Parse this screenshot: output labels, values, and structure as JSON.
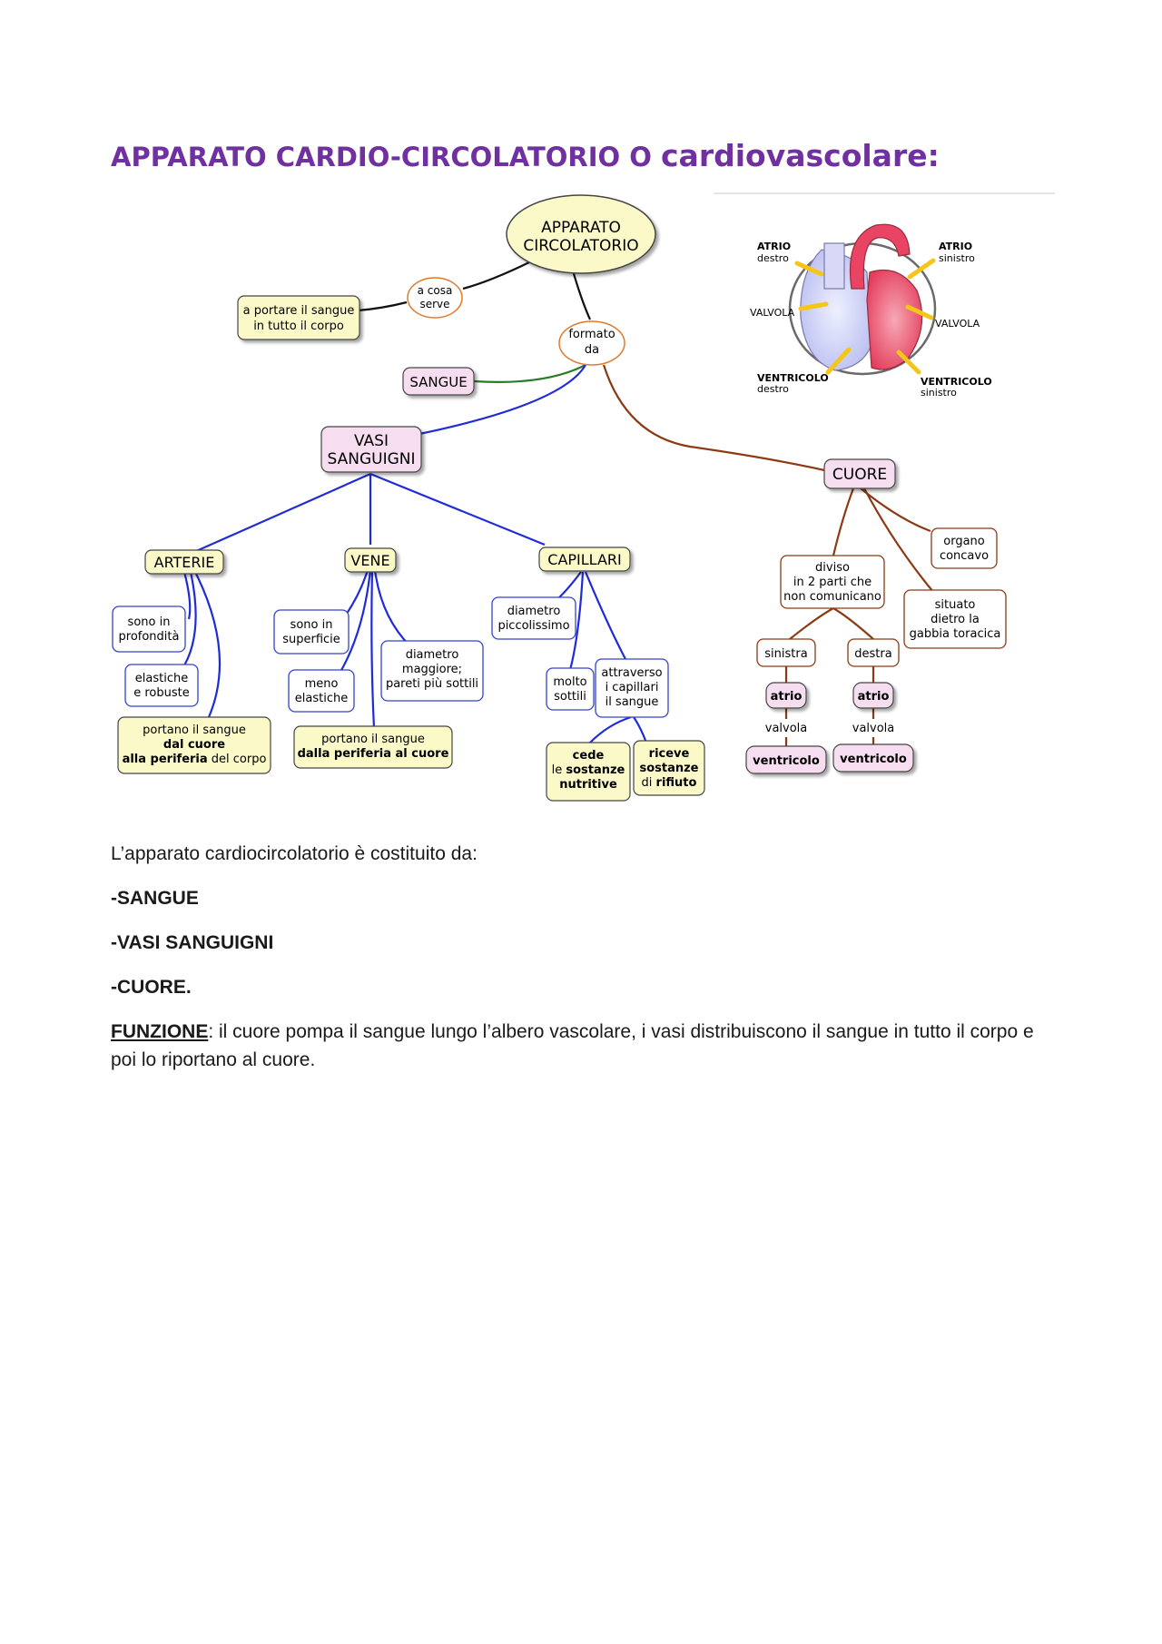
{
  "title": {
    "part1": "APPARATO CARDIO-CIRCOLATORIO O ",
    "part2": "cardiovascolare:"
  },
  "concept_map": {
    "root": [
      "APPARATO",
      "CIRCOLATORIO"
    ],
    "purpose_link": [
      "a cosa",
      "serve"
    ],
    "purpose": [
      "a portare il sangue",
      "in tutto il corpo"
    ],
    "composition_link": [
      "formato",
      "da"
    ],
    "sangue": "SANGUE",
    "vasi": [
      "VASI",
      "SANGUIGNI"
    ],
    "cuore": "CUORE",
    "arterie": "ARTERIE",
    "vene": "VENE",
    "capillari": "CAPILLARI",
    "arterie_depth": [
      "sono in",
      "profondità"
    ],
    "arterie_elastic": [
      "elastiche",
      "e robuste"
    ],
    "arterie_transport": [
      "portano il sangue",
      "dal cuore",
      "alla periferia",
      " del corpo"
    ],
    "vene_surface": [
      "sono in",
      "superficie"
    ],
    "vene_less_elastic": [
      "meno",
      "elastiche"
    ],
    "vene_diameter": [
      "diametro",
      "maggiore;",
      "pareti più sottili"
    ],
    "vene_transport": [
      "portano il sangue",
      "dalla periferia al cuore"
    ],
    "cap_diameter": [
      "diametro",
      "piccolissimo"
    ],
    "cap_thin": [
      "molto",
      "sottili"
    ],
    "cap_through": [
      "attraverso",
      "i capillari",
      "il sangue"
    ],
    "cap_gives": [
      "cede",
      "le ",
      "sostanze",
      "nutritive"
    ],
    "cap_receives": [
      "riceve",
      "sostanze",
      "di ",
      "rifiuto"
    ],
    "cuore_divided": [
      "diviso",
      "in 2 parti che",
      "non comunicano"
    ],
    "cuore_concave": [
      "organo",
      "concavo"
    ],
    "cuore_location": [
      "situato",
      "dietro la",
      "gabbia toracica"
    ],
    "sinistra": "sinistra",
    "destra": "destra",
    "atrio": "atrio",
    "valvola": "valvola",
    "ventricolo": "ventricolo"
  },
  "heart_diagram": {
    "atrio_dx": [
      "ATRIO",
      "destro"
    ],
    "atrio_sx": [
      "ATRIO",
      "sinistro"
    ],
    "valvola_left": "VALVOLA",
    "valvola_right": "VALVOLA",
    "ventricolo_dx": [
      "VENTRICOLO",
      "destro"
    ],
    "ventricolo_sx": [
      "VENTRICOLO",
      "sinistro"
    ]
  },
  "body": {
    "intro": "L’apparato cardiocircolatorio è costituito da:",
    "items": [
      "-SANGUE",
      "-VASI SANGUIGNI",
      "-CUORE."
    ],
    "funzione_label": "FUNZIONE",
    "funzione_text": ": il cuore pompa il sangue lungo l’albero vascolare, i vasi distribuiscono il sangue in tutto il corpo e poi lo riportano al cuore."
  },
  "colors": {
    "title": "#7030a0",
    "yellow_node": "#fbf9c8",
    "pink_node": "#f6def0",
    "blue_line": "#1f2bd8",
    "brown_line": "#8b3a14",
    "green_line": "#2a7a2a"
  }
}
